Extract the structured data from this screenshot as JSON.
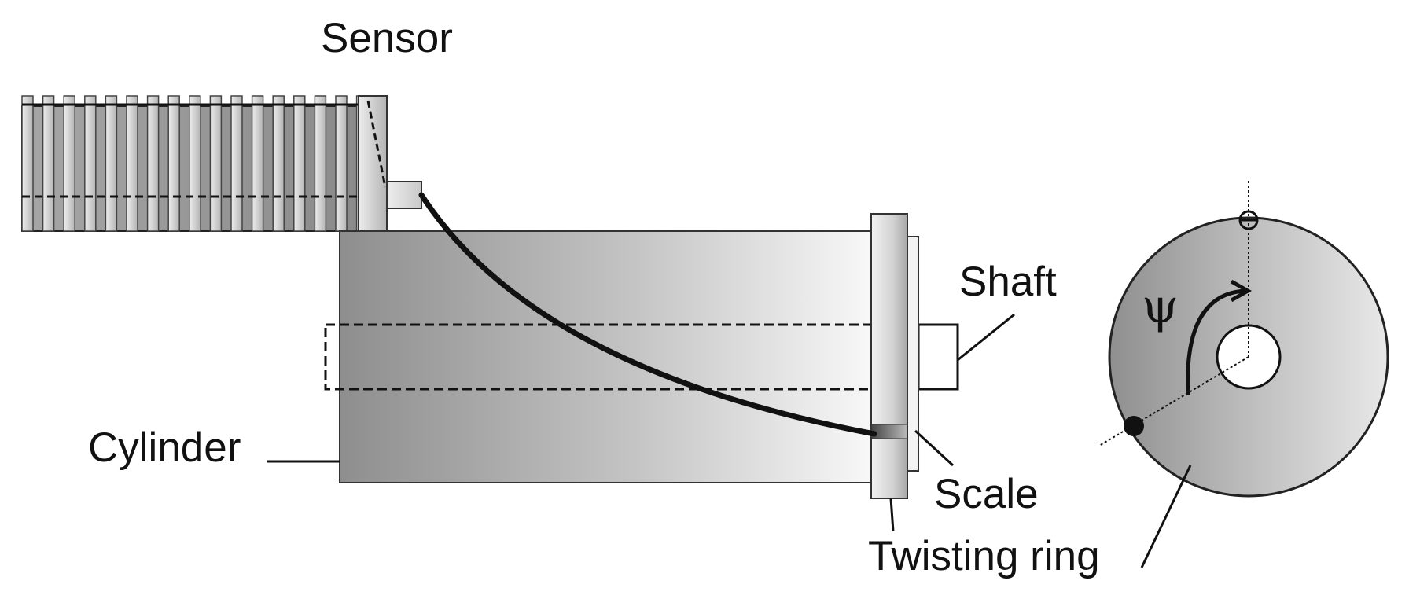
{
  "labels": {
    "sensor": "Sensor",
    "shaft": "Shaft",
    "cylinder": "Cylinder",
    "scale": "Scale",
    "twisting_ring": "Twisting ring",
    "angle_symbol": "ψ"
  },
  "colors": {
    "stroke": "#111111",
    "metal_dark": "#8e8e8e",
    "metal_mid": "#bdbdbd",
    "metal_light": "#f7f7f7",
    "disc_dark": "#9a9a9a",
    "disc_light": "#e6e6e6"
  },
  "icons": {
    "sensor": "coil-spring-sensor",
    "rotation": "curved-arrow-icon",
    "marker": "filled-dot-icon"
  }
}
